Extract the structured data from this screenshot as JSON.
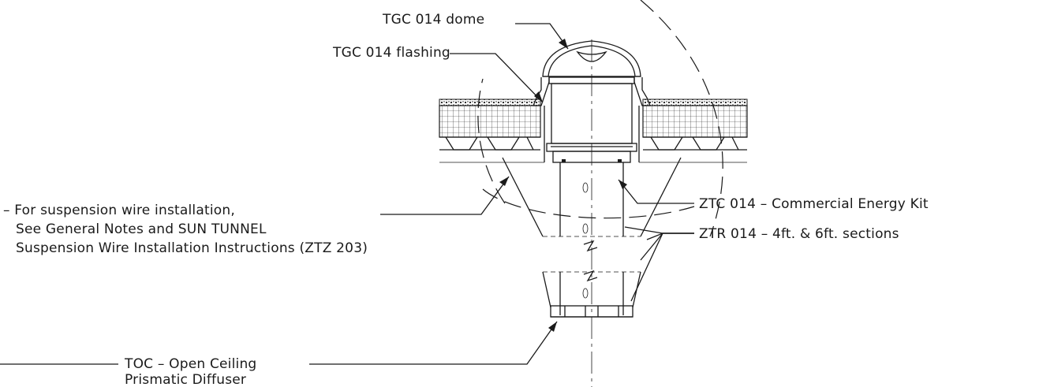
{
  "callouts": {
    "dome": "TGC 014 dome",
    "flashing": "TGC 014 flashing",
    "energy_kit": "ZTC 014 – Commercial Energy Kit",
    "tube_sections": "ZTR 014 – 4ft. & 6ft. sections",
    "suspension": [
      "– For suspension wire installation,",
      "See General Notes and SUN TUNNEL",
      "Suspension Wire Installation Instructions (ZTZ 203)"
    ],
    "diffuser": [
      "TOC – Open Ceiling",
      "Prismatic Diffuser"
    ]
  },
  "colors": {
    "line": "#1a1a1a",
    "background": "#ffffff"
  }
}
